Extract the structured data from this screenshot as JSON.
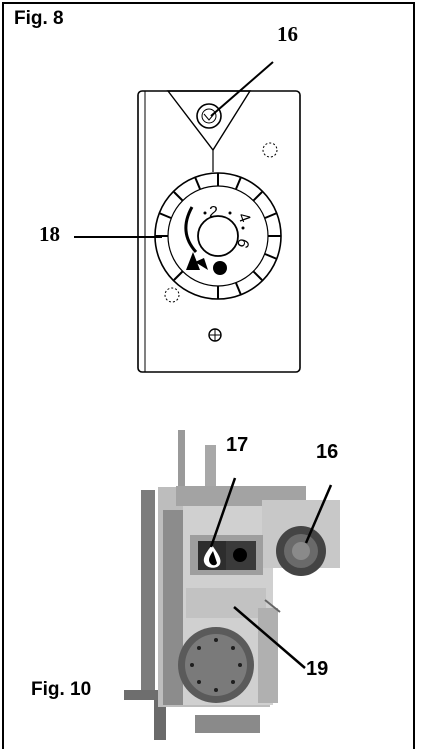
{
  "figure_top": {
    "label": "Fig. 8",
    "callouts": {
      "top": "16",
      "left": "18"
    },
    "dial_numbers": [
      "2",
      "4",
      "6"
    ]
  },
  "figure_bottom": {
    "label": "Fig. 10",
    "callouts": {
      "a": "17",
      "b": "16",
      "c": "19"
    }
  }
}
